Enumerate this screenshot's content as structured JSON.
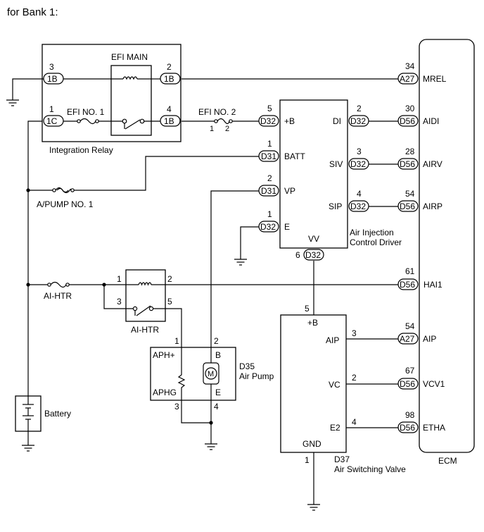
{
  "header": {
    "title": "for Bank 1:"
  },
  "components": {
    "integration_relay": "Integration Relay",
    "efi_main": "EFI MAIN",
    "efi_no1": "EFI NO. 1",
    "efi_no2": "EFI NO. 2",
    "efi_no2_pin1": "1",
    "efi_no2_pin2": "2",
    "a_pump_fuse": "A/PUMP NO. 1",
    "ai_htr_fuse": "AI-HTR",
    "ai_htr_relay": "AI-HTR",
    "battery": "Battery",
    "air_pump_id": "D35",
    "air_pump_name": "Air Pump",
    "motor_symbol": "M",
    "aicd_name_1": "Air Injection",
    "aicd_name_2": "Control Driver",
    "asv_id": "D37",
    "asv_name": "Air Switching Valve",
    "ecm": "ECM"
  },
  "relay_pins": [
    {
      "pin": "3",
      "conn": "1B"
    },
    {
      "pin": "2",
      "conn": "1B"
    },
    {
      "pin": "1",
      "conn": "1C"
    },
    {
      "pin": "4",
      "conn": "1B"
    }
  ],
  "ecm_terminals": [
    {
      "conn": "A27",
      "pin": "34",
      "signal": "MREL"
    },
    {
      "conn": "D56",
      "pin": "30",
      "signal": "AIDI"
    },
    {
      "conn": "D56",
      "pin": "28",
      "signal": "AIRV"
    },
    {
      "conn": "D56",
      "pin": "54",
      "signal": "AIRP"
    },
    {
      "conn": "D56",
      "pin": "61",
      "signal": "HAI1"
    },
    {
      "conn": "A27",
      "pin": "54",
      "signal": "AIP"
    },
    {
      "conn": "D56",
      "pin": "67",
      "signal": "VCV1"
    },
    {
      "conn": "D56",
      "pin": "98",
      "signal": "ETHA"
    }
  ],
  "aicd_left_terminals": [
    {
      "conn": "D32",
      "pin": "5",
      "signal": "+B"
    },
    {
      "conn": "D31",
      "pin": "1",
      "signal": "BATT"
    },
    {
      "conn": "D31",
      "pin": "2",
      "signal": "VP"
    },
    {
      "conn": "D32",
      "pin": "1",
      "signal": "E"
    }
  ],
  "aicd_right_terminals": [
    {
      "conn": "D32",
      "pin": "2",
      "signal": "DI"
    },
    {
      "conn": "D32",
      "pin": "3",
      "signal": "SIV"
    },
    {
      "conn": "D32",
      "pin": "4",
      "signal": "SIP"
    }
  ],
  "aicd_bottom_terminal": {
    "conn": "D32",
    "pin": "6",
    "signal": "VV"
  },
  "ai_htr_relay_pins": [
    "1",
    "2",
    "3",
    "5"
  ],
  "air_pump_terminals": [
    {
      "pin": "1",
      "signal": "APH+"
    },
    {
      "pin": "2",
      "signal": "B"
    },
    {
      "pin": "3",
      "signal": "APHG"
    },
    {
      "pin": "4",
      "signal": "E"
    }
  ],
  "asv_terminals": [
    {
      "pin": "5",
      "signal": "+B"
    },
    {
      "pin": "3",
      "signal": "AIP"
    },
    {
      "pin": "2",
      "signal": "VC"
    },
    {
      "pin": "4",
      "signal": "E2"
    },
    {
      "pin": "1",
      "signal": "GND"
    }
  ]
}
